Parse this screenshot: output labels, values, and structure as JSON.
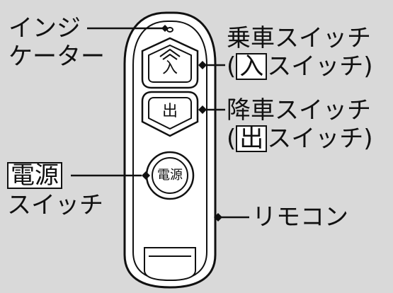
{
  "labels": {
    "indicator_line1": "インジ",
    "indicator_line2": "ケーター",
    "boarding_switch": "乗車スイッチ",
    "boarding_sub_open": "(",
    "boarding_sub_boxed": "入",
    "boarding_sub_rest": "スイッチ)",
    "alighting_switch": "降車スイッチ",
    "alighting_sub_open": "(",
    "alighting_sub_boxed": "出",
    "alighting_sub_rest": "スイッチ)",
    "power_boxed": "電源",
    "power_line2": "スイッチ",
    "remote": "リモコン"
  },
  "buttons": {
    "boarding": "入",
    "alighting": "出",
    "power": "電源"
  },
  "colors": {
    "background": "#d9d9d9",
    "remote_body": "#ffffff",
    "outline": "#111111"
  }
}
